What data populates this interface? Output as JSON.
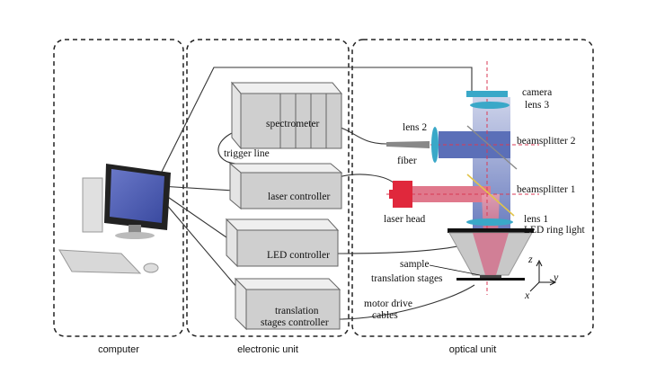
{
  "sections": {
    "computer": "computer",
    "electronic": "electronic unit",
    "optical": "optical unit"
  },
  "boxes": {
    "spectrometer": "spectrometer",
    "laser_controller": "laser controller",
    "led_controller": "LED controller",
    "translation_line1": "translation",
    "translation_line2": "stages controller"
  },
  "labels": {
    "trigger_line": "trigger line",
    "lens2": "lens 2",
    "fiber": "fiber",
    "laser_head": "laser head",
    "camera": "camera",
    "lens3": "lens 3",
    "beamsplitter2": "beamsplitter 2",
    "beamsplitter1": "beamsplitter 1",
    "lens1": "lens 1",
    "led_ring_light": "LED ring light",
    "sample": "sample",
    "translation_stages": "translation stages",
    "motor_drive": "motor drive",
    "cables": "cables"
  },
  "axes": {
    "z": "z",
    "y": "y",
    "x": "x"
  },
  "colors": {
    "beam_blue": "#5b6fb8",
    "beam_red": "#d93a55",
    "laser_head": "#e0283c",
    "lens_cyan": "#3aa8c8",
    "box_gray": "#d2d2d2"
  }
}
